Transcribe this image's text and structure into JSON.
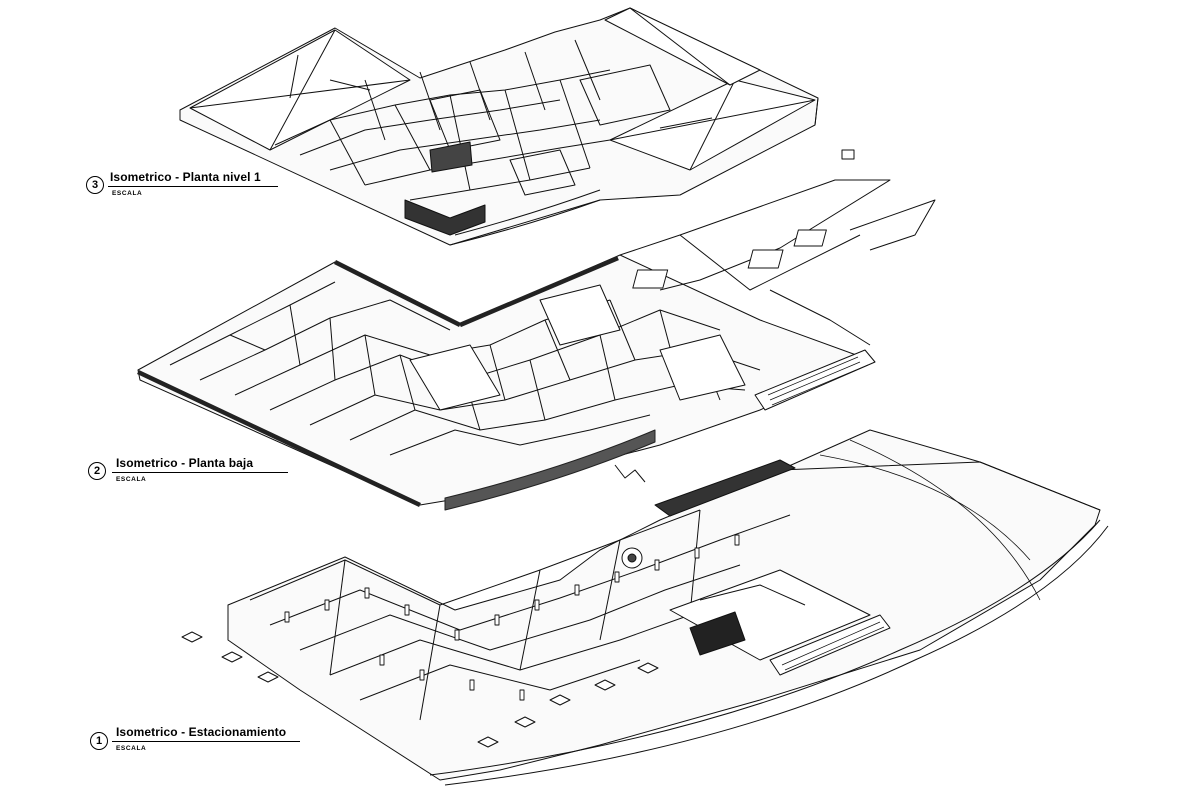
{
  "views": [
    {
      "number": "3",
      "title": "Isometrico - Planta nivel 1",
      "scale": "ESCALA"
    },
    {
      "number": "2",
      "title": "Isometrico - Planta baja",
      "scale": "ESCALA"
    },
    {
      "number": "1",
      "title": "Isometrico - Estacionamiento",
      "scale": "ESCALA"
    }
  ]
}
